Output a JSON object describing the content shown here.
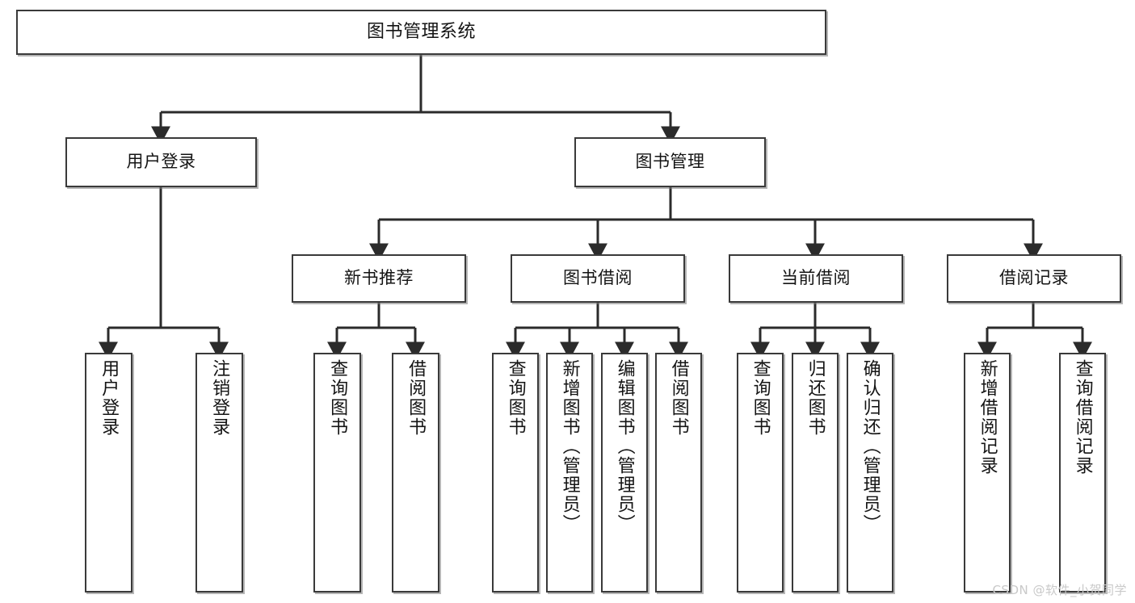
{
  "diagram": {
    "type": "tree-hierarchy",
    "title": "图书管理系统",
    "watermark": "CSDN @软件_小贺同学",
    "colors": {
      "box_border": "#3a3a3a",
      "box_fill": "#ffffff",
      "connector": "#2b2b2b",
      "text": "#141414",
      "watermark": "#c9c9c9"
    },
    "levels": [
      {
        "level": 1,
        "nodes": [
          {
            "id": "root",
            "label": "图书管理系统",
            "orientation": "horizontal"
          }
        ]
      },
      {
        "level": 2,
        "nodes": [
          {
            "id": "user-login",
            "label": "用户登录",
            "orientation": "horizontal",
            "parent": "root"
          },
          {
            "id": "book-manage",
            "label": "图书管理",
            "orientation": "horizontal",
            "parent": "root"
          }
        ]
      },
      {
        "level": 3,
        "nodes": [
          {
            "id": "new-book-rec",
            "label": "新书推荐",
            "orientation": "horizontal",
            "parent": "book-manage"
          },
          {
            "id": "book-borrow",
            "label": "图书借阅",
            "orientation": "horizontal",
            "parent": "book-manage"
          },
          {
            "id": "current-borrow",
            "label": "当前借阅",
            "orientation": "horizontal",
            "parent": "book-manage"
          },
          {
            "id": "borrow-record",
            "label": "借阅记录",
            "orientation": "horizontal",
            "parent": "book-manage"
          }
        ]
      },
      {
        "level": 4,
        "nodes": [
          {
            "id": "leaf-user-login",
            "label": "用户登录",
            "orientation": "vertical",
            "parent": "user-login"
          },
          {
            "id": "leaf-logout",
            "label": "注销登录",
            "orientation": "vertical",
            "parent": "user-login"
          },
          {
            "id": "leaf-query-book-1",
            "label": "查询图书",
            "orientation": "vertical",
            "parent": "new-book-rec"
          },
          {
            "id": "leaf-borrow-book-1",
            "label": "借阅图书",
            "orientation": "vertical",
            "parent": "new-book-rec"
          },
          {
            "id": "leaf-query-book-2",
            "label": "查询图书",
            "orientation": "vertical",
            "parent": "book-borrow"
          },
          {
            "id": "leaf-add-book",
            "label": "新增图书（管理员）",
            "orientation": "vertical",
            "parent": "book-borrow"
          },
          {
            "id": "leaf-edit-book",
            "label": "编辑图书（管理员）",
            "orientation": "vertical",
            "parent": "book-borrow"
          },
          {
            "id": "leaf-borrow-book-2",
            "label": "借阅图书",
            "orientation": "vertical",
            "parent": "book-borrow"
          },
          {
            "id": "leaf-query-book-3",
            "label": "查询图书",
            "orientation": "vertical",
            "parent": "current-borrow"
          },
          {
            "id": "leaf-return-book",
            "label": "归还图书",
            "orientation": "vertical",
            "parent": "current-borrow"
          },
          {
            "id": "leaf-confirm-return",
            "label": "确认归还（管理员）",
            "orientation": "vertical",
            "parent": "current-borrow"
          },
          {
            "id": "leaf-add-record",
            "label": "新增借阅记录",
            "orientation": "vertical",
            "parent": "borrow-record"
          },
          {
            "id": "leaf-query-record",
            "label": "查询借阅记录",
            "orientation": "vertical",
            "parent": "borrow-record"
          }
        ]
      }
    ]
  }
}
